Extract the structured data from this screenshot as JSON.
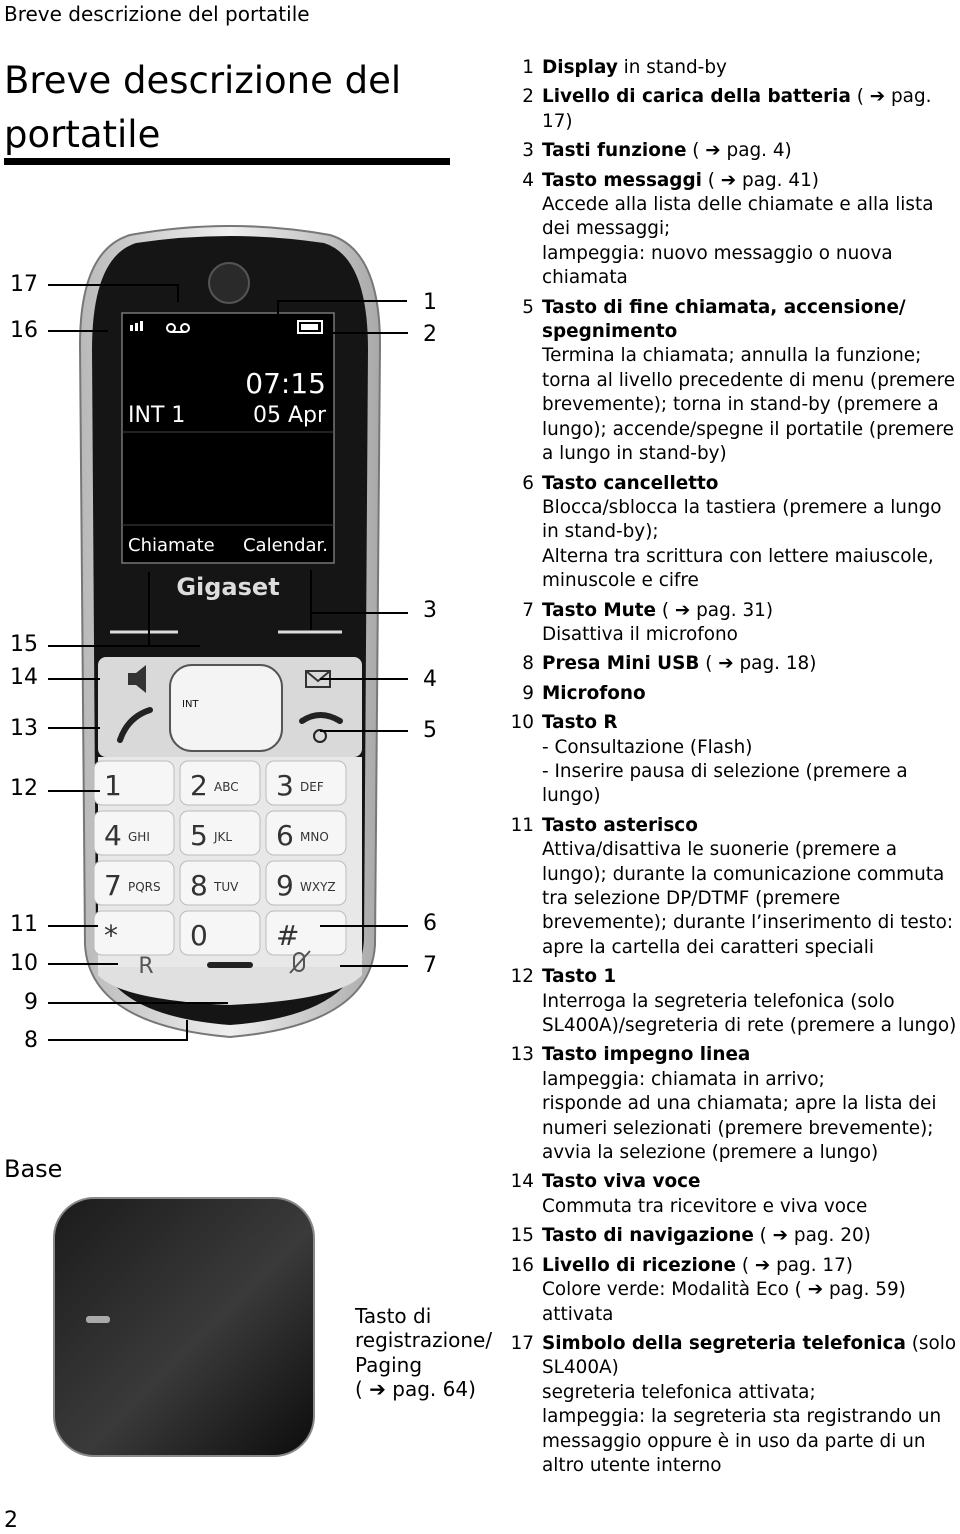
{
  "header": {
    "running_head": "Breve descrizione del portatile"
  },
  "title": {
    "line1": "Breve descrizione del",
    "line2": "portatile"
  },
  "phone": {
    "display": {
      "time": "07:15",
      "date": "05 Apr",
      "handset_name": "INT 1",
      "softkey_left": "Chiamate",
      "softkey_right": "Calendar."
    },
    "brand": "Gigaset",
    "nav_labels": {
      "int": "INT"
    },
    "keys": [
      {
        "digit": "1",
        "letters": ""
      },
      {
        "digit": "2",
        "letters": "ABC"
      },
      {
        "digit": "3",
        "letters": "DEF"
      },
      {
        "digit": "4",
        "letters": "GHI"
      },
      {
        "digit": "5",
        "letters": "JKL"
      },
      {
        "digit": "6",
        "letters": "MNO"
      },
      {
        "digit": "7",
        "letters": "PQRS"
      },
      {
        "digit": "8",
        "letters": "TUV"
      },
      {
        "digit": "9",
        "letters": "WXYZ"
      },
      {
        "digit": "*",
        "letters": ""
      },
      {
        "digit": "0",
        "letters": ""
      },
      {
        "digit": "#",
        "letters": ""
      }
    ],
    "r_key": "R"
  },
  "callouts": {
    "left": [
      "17",
      "16",
      "15",
      "14",
      "13",
      "12",
      "11",
      "10",
      "9",
      "8"
    ],
    "right": [
      "1",
      "2",
      "3",
      "4",
      "5",
      "6",
      "7"
    ]
  },
  "base": {
    "heading": "Base",
    "label_lines": [
      "Tasto di",
      "registrazione/",
      "Paging",
      "( ➔ pag. 64)"
    ]
  },
  "legend": [
    {
      "n": "1",
      "title": "Display",
      "rest": " in stand-by",
      "desc": []
    },
    {
      "n": "2",
      "title": "Livello di carica della batteria",
      "rest": " ( ➔ pag. 17)",
      "desc": []
    },
    {
      "n": "3",
      "title": "Tasti funzione",
      "rest": " ( ➔ pag. 4)",
      "desc": []
    },
    {
      "n": "4",
      "title": "Tasto messaggi",
      "rest": " ( ➔ pag. 41)",
      "desc": [
        "Accede alla lista delle chiamate e alla lista dei messaggi;",
        "lampeggia: nuovo messaggio o nuova chiamata"
      ]
    },
    {
      "n": "5",
      "title": "Tasto di fine chiamata, accensione/ spegnimento",
      "rest": "",
      "desc": [
        "Termina la chiamata; annulla la funzione; torna al livello precedente di menu (premere brevemente); torna in stand-by (premere a lungo); accende/spegne il portatile (premere a lungo in stand-by)"
      ]
    },
    {
      "n": "6",
      "title": "Tasto cancelletto",
      "rest": "",
      "desc": [
        "Blocca/sblocca la tastiera (premere a lungo in stand-by);",
        "Alterna tra scrittura con lettere maiuscole, minuscole e cifre"
      ]
    },
    {
      "n": "7",
      "title": "Tasto Mute",
      "rest": " ( ➔ pag. 31)",
      "desc": [
        "Disattiva il microfono"
      ]
    },
    {
      "n": "8",
      "title": "Presa Mini USB",
      "rest": " ( ➔ pag. 18)",
      "desc": []
    },
    {
      "n": "9",
      "title": "Microfono",
      "rest": "",
      "desc": []
    },
    {
      "n": "10",
      "title": "Tasto R",
      "rest": "",
      "desc": [
        "- Consultazione (Flash)",
        "- Inserire pausa di selezione (premere a lungo)"
      ]
    },
    {
      "n": "11",
      "title": "Tasto asterisco",
      "rest": "",
      "desc": [
        "Attiva/disattiva le suonerie (premere a lungo); durante la comunicazione commuta tra selezione DP/DTMF (premere brevemente); durante l’inserimento di testo: apre la cartella dei caratteri speciali"
      ]
    },
    {
      "n": "12",
      "title": "Tasto 1",
      "rest": "",
      "desc": [
        "Interroga la segreteria telefonica (solo SL400A)/segreteria di rete (premere a lungo)"
      ]
    },
    {
      "n": "13",
      "title": "Tasto impegno linea",
      "rest": "",
      "desc": [
        "lampeggia: chiamata in arrivo;",
        "risponde ad una chiamata; apre la lista dei numeri selezionati (premere brevemente); avvia la selezione (premere a lungo)"
      ]
    },
    {
      "n": "14",
      "title": "Tasto viva voce",
      "rest": "",
      "desc": [
        "Commuta tra ricevitore e viva voce"
      ]
    },
    {
      "n": "15",
      "title": "Tasto di navigazione",
      "rest": " ( ➔ pag. 20)",
      "desc": []
    },
    {
      "n": "16",
      "title": "Livello di ricezione",
      "rest": " ( ➔ pag. 17)",
      "desc": [
        "Colore verde: Modalità Eco ( ➔ pag. 59) attivata"
      ]
    },
    {
      "n": "17",
      "title": "Simbolo della segreteria telefonica",
      "rest": " (solo SL400A)",
      "desc": [
        "segreteria telefonica attivata;",
        "lampeggia: la segreteria sta registrando un messaggio oppure è in uso da parte di un altro utente interno"
      ]
    }
  ],
  "page_number": "2",
  "colors": {
    "display_bg": "#000000",
    "key_bg": "#e8e8e8",
    "body_bg": "#161616",
    "frame": "#c8c8c8"
  }
}
